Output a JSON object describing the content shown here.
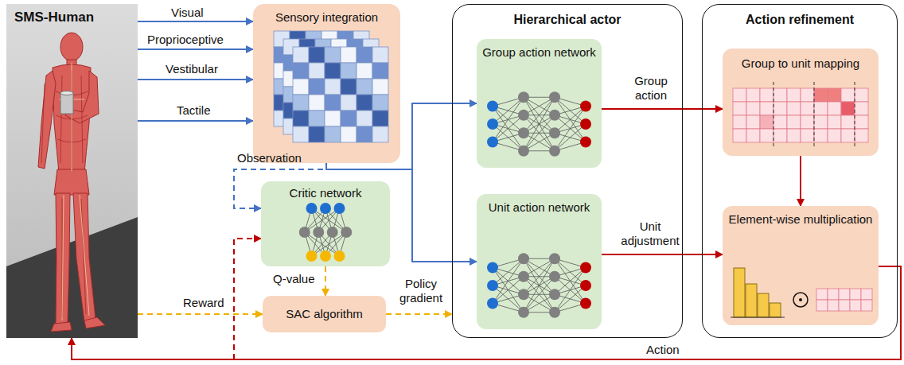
{
  "diagram": {
    "nodes": [
      {
        "text": [
          "SMS-Human"
        ]
      },
      {
        "text": [
          "Sensory integration"
        ]
      },
      {
        "text": [
          "Hierarchical actor"
        ]
      },
      {
        "text": [
          "Group action network"
        ],
        "in": 2
      },
      {
        "text": [
          "Unit action network"
        ],
        "in": 2
      },
      {
        "text": [
          "Action refinement"
        ]
      },
      {
        "text": [
          "Group to unit mapping"
        ],
        "in": 5
      },
      {
        "text": [
          "Element-wise multiplication"
        ],
        "in": 5
      },
      {
        "text": [
          "Critic network"
        ]
      },
      {
        "text": [
          "SAC algorithm"
        ]
      }
    ],
    "edges": [
      {
        "from": 0,
        "to": 1,
        "label": "Visual",
        "arrow": "to"
      },
      {
        "from": 0,
        "to": 1,
        "label": "Proprioceptive",
        "arrow": "to"
      },
      {
        "from": 0,
        "to": 1,
        "label": "Vestibular",
        "arrow": "to"
      },
      {
        "from": 0,
        "to": 1,
        "label": "Tactile",
        "arrow": "to"
      },
      {
        "from": 1,
        "to": 3,
        "label": "Observation",
        "arrow": "to"
      },
      {
        "from": 1,
        "to": 4,
        "arrow": "to"
      },
      {
        "from": 1,
        "to": 8,
        "arrow": "to"
      },
      {
        "from": 3,
        "to": 6,
        "label": "Group action",
        "arrow": "to"
      },
      {
        "from": 4,
        "to": 7,
        "label": "Unit adjustment",
        "arrow": "to"
      },
      {
        "from": 6,
        "to": 7,
        "arrow": "to"
      },
      {
        "from": 7,
        "to": 0,
        "label": "Action",
        "arrow": "to"
      },
      {
        "from": 0,
        "to": 9,
        "label": "Reward",
        "arrow": "to"
      },
      {
        "from": 8,
        "to": 9,
        "label": "Q-value",
        "arrow": "to"
      },
      {
        "from": 9,
        "to": 2,
        "label": "Policy gradient",
        "arrow": "to"
      },
      {
        "from": 7,
        "to": 8,
        "arrow": "to"
      }
    ]
  }
}
